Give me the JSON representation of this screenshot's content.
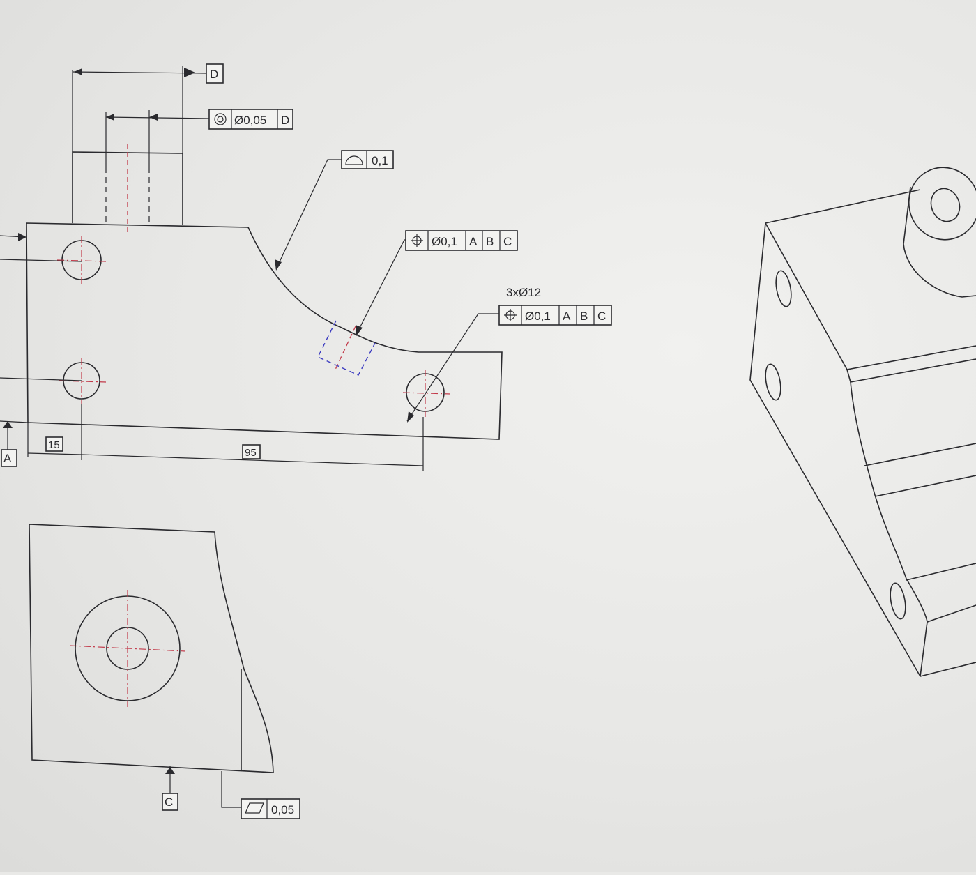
{
  "drawing": {
    "datums": {
      "a": "A",
      "c": "C",
      "d": "D"
    },
    "fcf_concentricity": {
      "symbol": "concentricity-symbol",
      "tolerance": "Ø0,05",
      "datum": "D"
    },
    "fcf_profile_surface": {
      "symbol": "profile-of-surface-symbol",
      "tolerance": "0,1"
    },
    "fcf_position_1": {
      "symbol": "position-symbol",
      "tolerance": "Ø0,1",
      "datums": [
        "A",
        "B",
        "C"
      ]
    },
    "hole_callout": "3xØ12",
    "fcf_position_2": {
      "symbol": "position-symbol",
      "tolerance": "Ø0,1",
      "datums": [
        "A",
        "B",
        "C"
      ]
    },
    "fcf_flatness": {
      "symbol": "flatness-symbol",
      "tolerance": "0,05"
    },
    "dimensions": {
      "dim_15": "15",
      "dim_95": "95"
    }
  }
}
